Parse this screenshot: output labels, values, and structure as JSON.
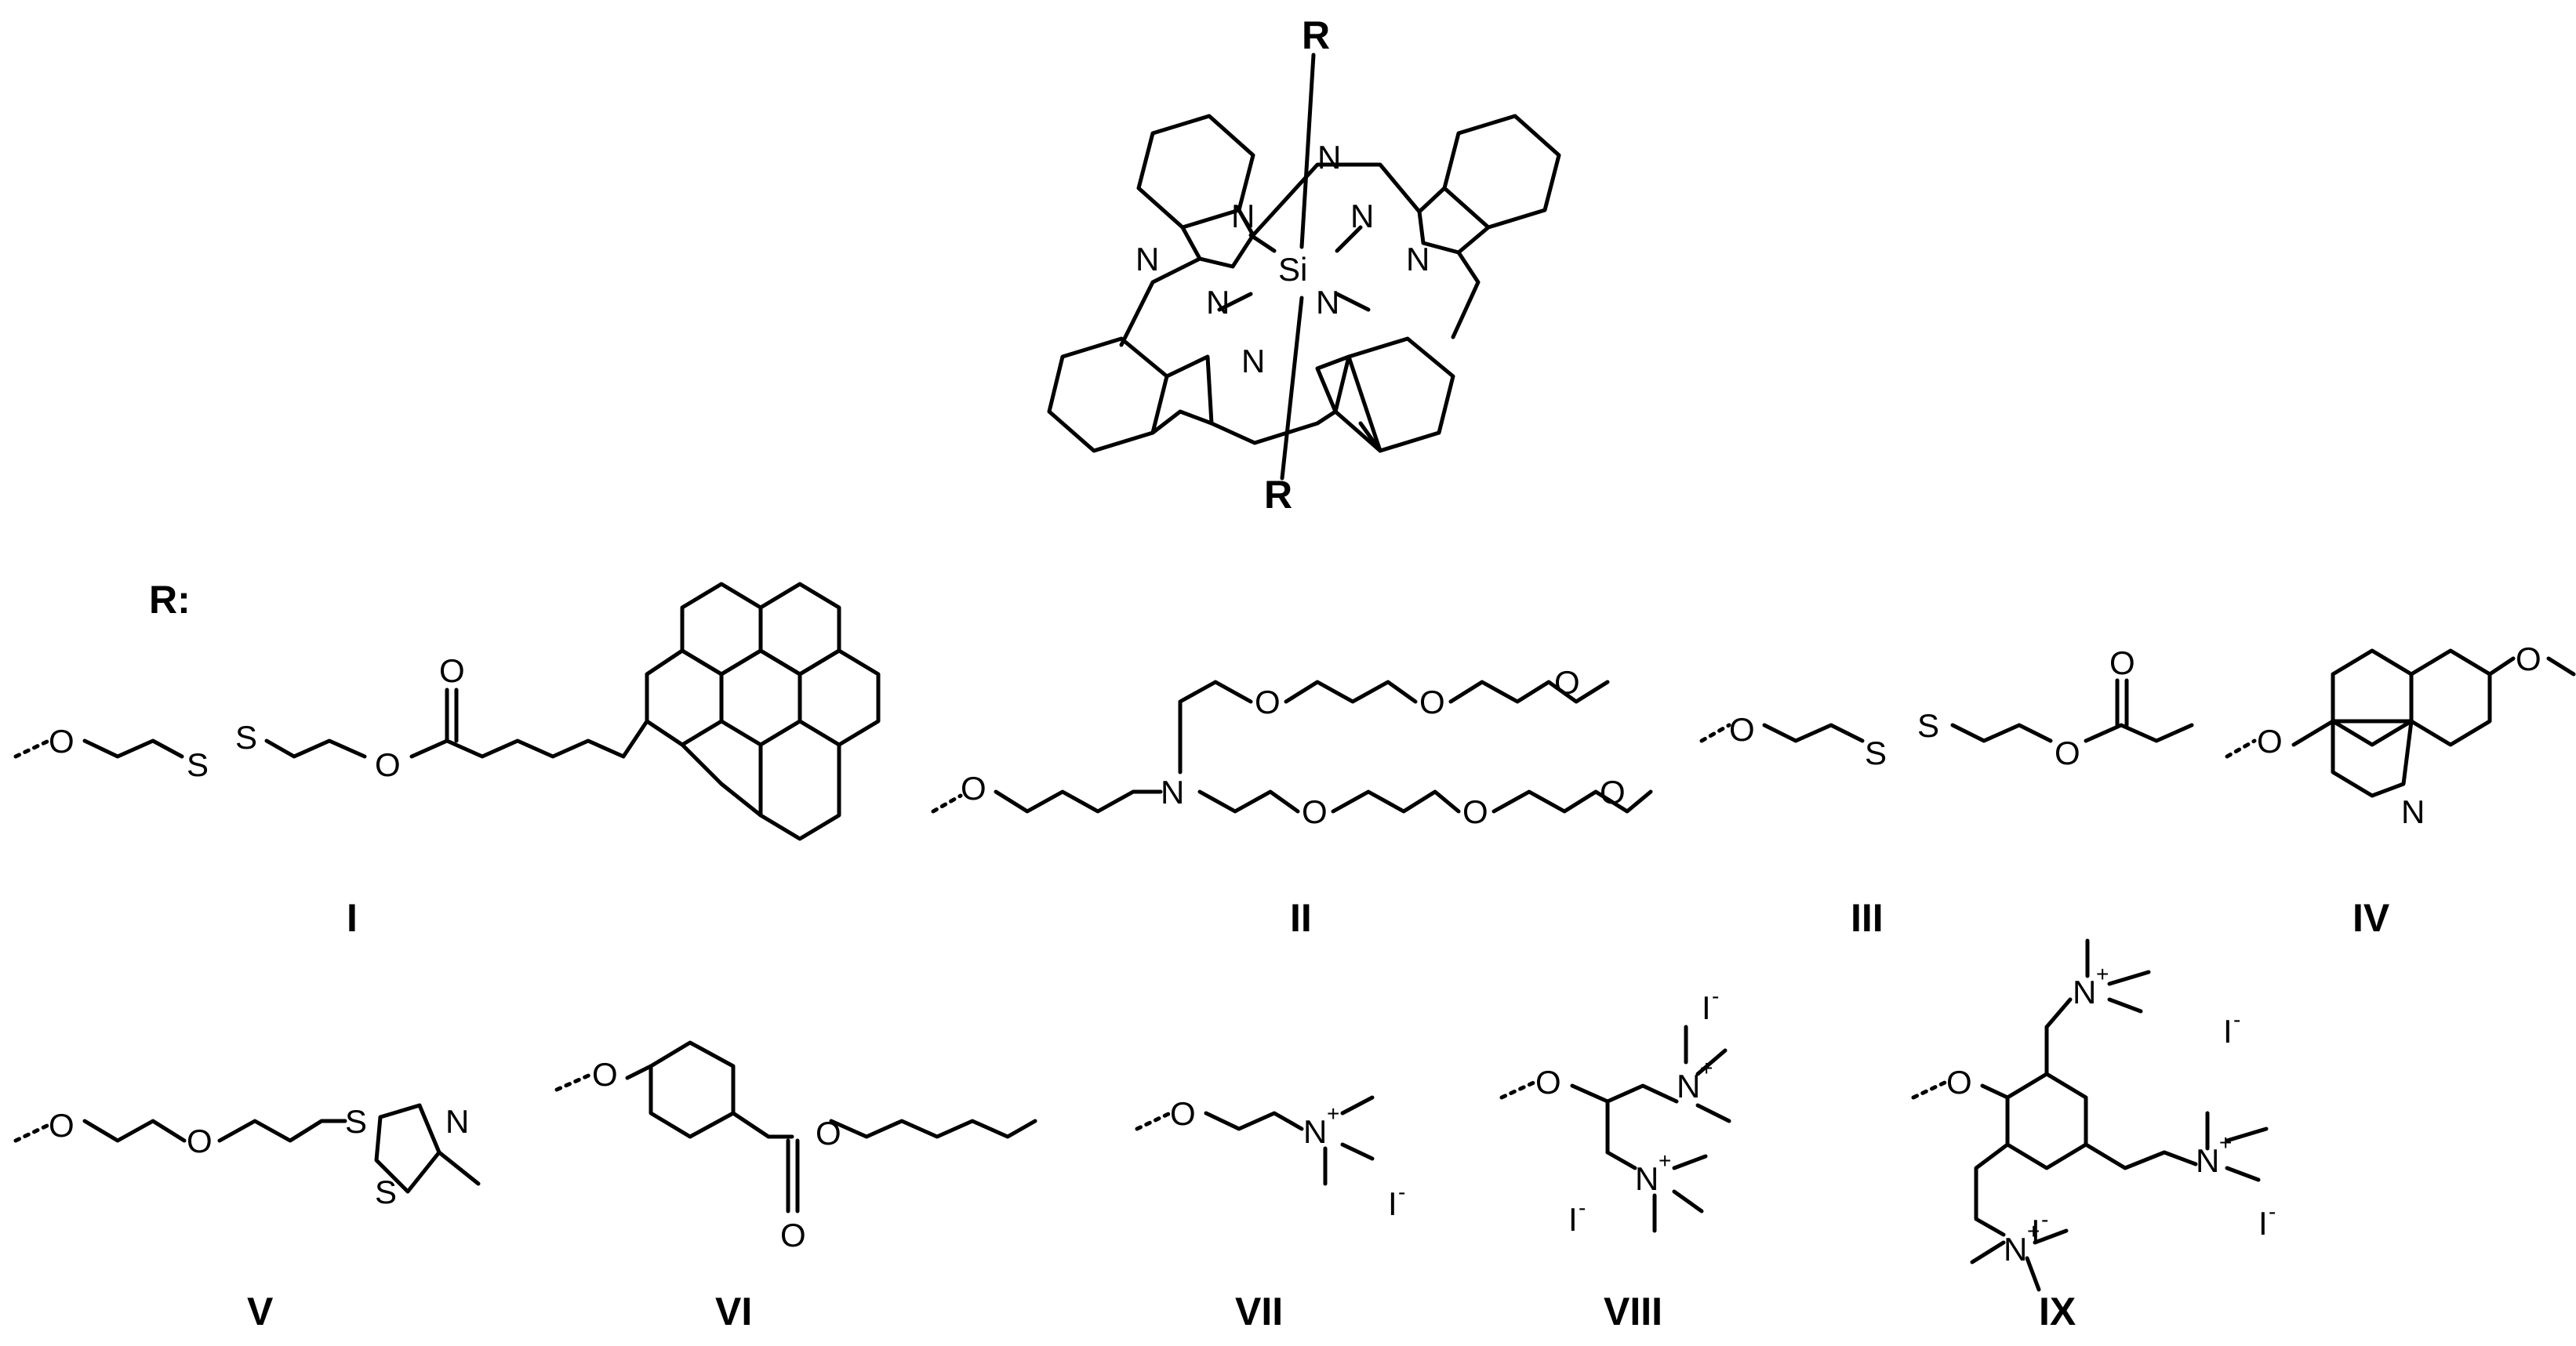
{
  "core": {
    "metal": "Si",
    "nitrogen": "N",
    "axial_top": "R",
    "axial_bottom": "R"
  },
  "substituents": {
    "heading": "R:",
    "atoms": {
      "oxygen": "O",
      "sulfur": "S",
      "nitrogen": "N",
      "nitrogen_plus": "+",
      "iodide": "I",
      "minus": "-"
    },
    "labels": [
      "I",
      "II",
      "III",
      "IV",
      "V",
      "VI",
      "VII",
      "VIII",
      "IX"
    ]
  },
  "colors": {
    "ink": "#000000",
    "background": "#ffffff"
  }
}
